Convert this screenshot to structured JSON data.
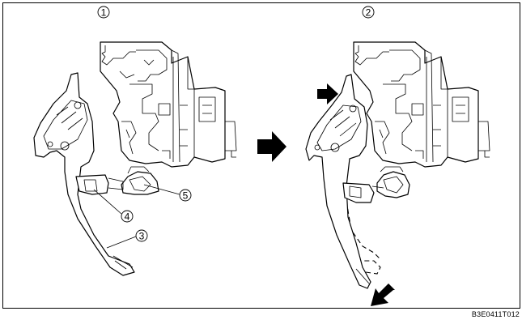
{
  "panels": [
    {
      "index_label": "1"
    },
    {
      "index_label": "2"
    }
  ],
  "callouts": [
    {
      "label": "3"
    },
    {
      "label": "4"
    },
    {
      "label": "5"
    }
  ],
  "figure_code": "B3E0411T012",
  "arrow_color": "#000000"
}
